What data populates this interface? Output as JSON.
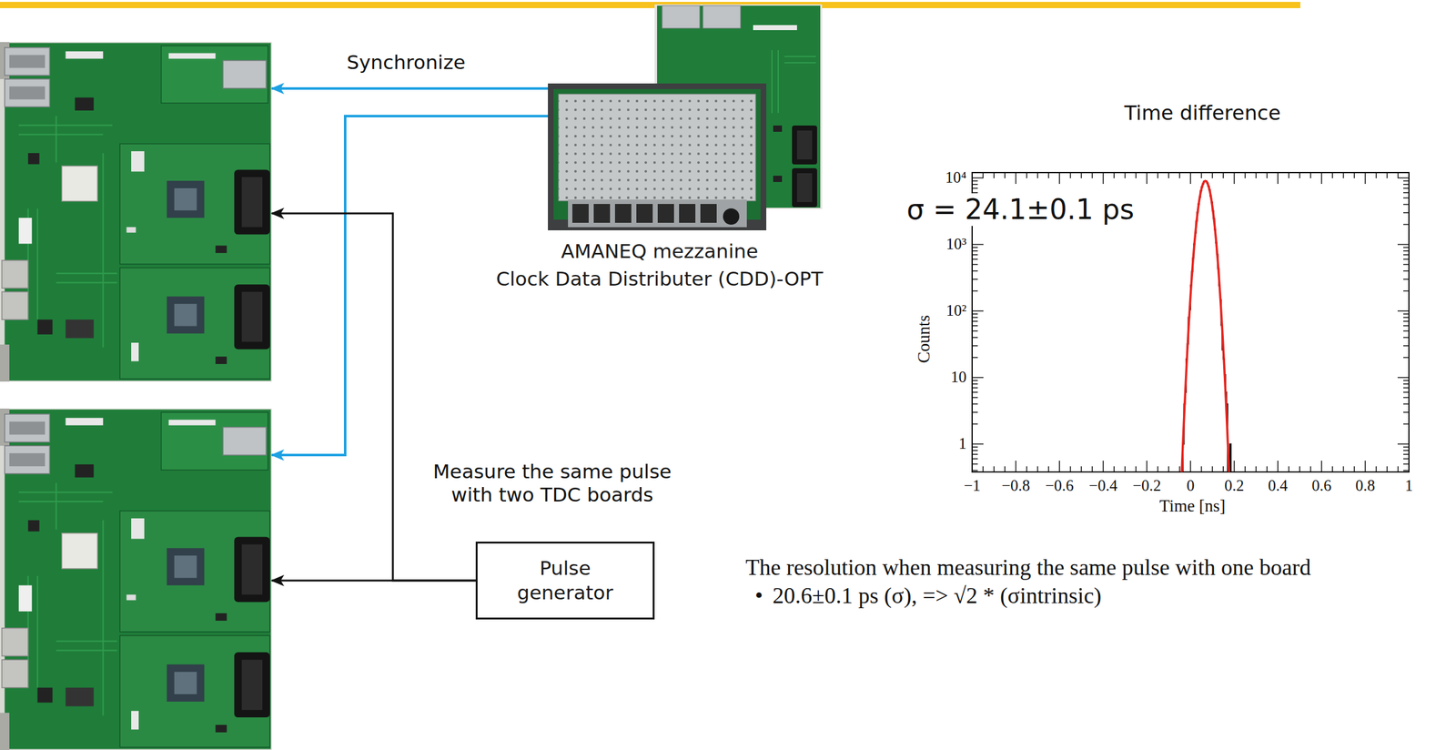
{
  "diagram": {
    "nodes": [
      {
        "text": []
      },
      {
        "text": []
      },
      {
        "text": [
          "AMANEQ mezzanine",
          "Clock Data Distributer (CDD)-OPT"
        ]
      },
      {
        "text": [
          "Pulse generator"
        ]
      }
    ],
    "edges": [
      {
        "from": 2,
        "to": 0,
        "arrow": "to",
        "label": "Synchronize"
      },
      {
        "from": 2,
        "to": 1,
        "arrow": "to"
      },
      {
        "from": 3,
        "to": 0,
        "arrow": "to"
      },
      {
        "from": 3,
        "to": 1,
        "arrow": "to"
      }
    ],
    "labels": [
      "Measure the same pulse with two TDC boards",
      "Time difference",
      "σ = 24.1±0.1 ps",
      "10⁴",
      "10³",
      "10²",
      "10",
      "1",
      "Counts",
      "−1",
      "−0.8",
      "−0.6",
      "−0.4",
      "−0.2",
      "0",
      "0.2",
      "0.4",
      "0.6",
      "0.8",
      "1",
      "Time [ns]",
      "The resolution when measuring the same pulse with one board",
      "•",
      "20.6±0.1 ps (σ), => √2 * (σintrinsic)"
    ]
  }
}
